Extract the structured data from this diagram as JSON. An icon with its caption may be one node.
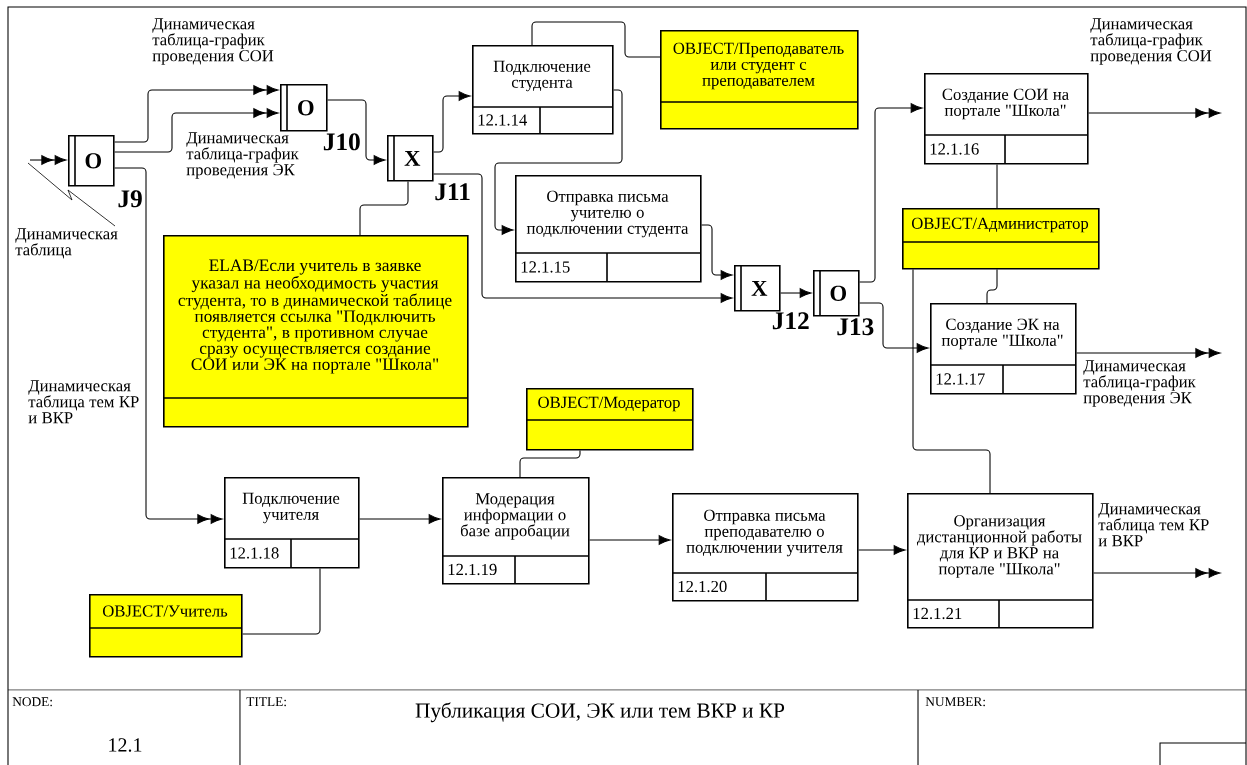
{
  "diagram": {
    "title": "Публикация СОИ, ЭК или тем ВКР и КР",
    "nodes": [
      {
        "text": [
          "O"
        ],
        "beside": [
          "J9"
        ]
      },
      {
        "text": [
          "O"
        ],
        "beside": [
          "J10"
        ]
      },
      {
        "text": [
          "X"
        ],
        "beside": [
          "J11"
        ]
      },
      {
        "text": [
          "Подключение студента",
          "12.1.14"
        ]
      },
      {
        "text": [
          "OBJECT/Преподаватель или студент с преподавателем"
        ]
      },
      {
        "text": [
          "Отправка письма учителю о подключении студента",
          "12.1.15"
        ]
      },
      {
        "text": [
          "X"
        ],
        "beside": [
          "J12"
        ]
      },
      {
        "text": [
          "O"
        ],
        "beside": [
          "J13"
        ]
      },
      {
        "text": [
          "Создание СОИ на портале \"Школа\"",
          "12.1.16"
        ]
      },
      {
        "text": [
          "OBJECT/Администратор"
        ]
      },
      {
        "text": [
          "Создание ЭК на портале \"Школа\"",
          "12.1.17"
        ]
      },
      {
        "text": [
          "ELAB/Если учитель в заявке указал на необходимость участия студента, то в динамической таблице появляется ссылка \"Подключить студента\", в противном случае сразу осуществляется создание СОИ или ЭК на портале \"Школа\""
        ]
      },
      {
        "text": [
          "OBJECT/Модератор"
        ]
      },
      {
        "text": [
          "Подключение учителя",
          "12.1.18"
        ]
      },
      {
        "text": [
          "Модерация информации о базе апробации",
          "12.1.19"
        ]
      },
      {
        "text": [
          "Отправка письма преподавателю о подключении учителя",
          "12.1.20"
        ]
      },
      {
        "text": [
          "Организация дистанционной работы для КР и ВКР на портале \"Школа\"",
          "12.1.21"
        ]
      },
      {
        "text": [
          "OBJECT/Учитель"
        ]
      }
    ],
    "edges": [
      {
        "from": null,
        "to": 0,
        "arrow": "to",
        "label": "Динамическая таблица"
      },
      {
        "from": 0,
        "to": 1,
        "arrow": "to",
        "label": "Динамическая таблица-график проведения СОИ"
      },
      {
        "from": 0,
        "to": 1,
        "arrow": "to",
        "label": "Динамическая таблица-график проведения ЭК"
      },
      {
        "from": 0,
        "to": 13,
        "arrow": "to",
        "label": "Динамическая таблица тем КР и ВКР"
      },
      {
        "from": 1,
        "to": 2,
        "arrow": "to"
      },
      {
        "from": 2,
        "to": 3,
        "arrow": "to"
      },
      {
        "from": 2,
        "to": 6,
        "arrow": "to"
      },
      {
        "from": 3,
        "to": 5,
        "arrow": "to"
      },
      {
        "from": 5,
        "to": 6,
        "arrow": "to"
      },
      {
        "from": 6,
        "to": 7,
        "arrow": "to"
      },
      {
        "from": 7,
        "to": 8,
        "arrow": "to"
      },
      {
        "from": 7,
        "to": 10,
        "arrow": "to"
      },
      {
        "from": 8,
        "to": null,
        "arrow": "to",
        "label": "Динамическая таблица-график проведения СОИ"
      },
      {
        "from": 10,
        "to": null,
        "arrow": "to",
        "label": "Динамическая таблица-график проведения ЭК"
      },
      {
        "from": 13,
        "to": 14,
        "arrow": "to"
      },
      {
        "from": 14,
        "to": 15,
        "arrow": "to"
      },
      {
        "from": 15,
        "to": 16,
        "arrow": "to"
      },
      {
        "from": 16,
        "to": null,
        "arrow": "to",
        "label": "Динамическая таблица тем КР и ВКР"
      },
      {
        "from": 2,
        "to": 11,
        "arrow": "none"
      },
      {
        "from": 4,
        "to": 3,
        "arrow": "none"
      },
      {
        "from": 8,
        "to": 9,
        "arrow": "none"
      },
      {
        "from": 9,
        "to": 10,
        "arrow": "none"
      },
      {
        "from": 9,
        "to": 16,
        "arrow": "none"
      },
      {
        "from": 12,
        "to": 14,
        "arrow": "none"
      },
      {
        "from": 17,
        "to": 13,
        "arrow": "none"
      }
    ],
    "labels": [
      "NODE:",
      "12.1",
      "TITLE:",
      "NUMBER:"
    ]
  }
}
